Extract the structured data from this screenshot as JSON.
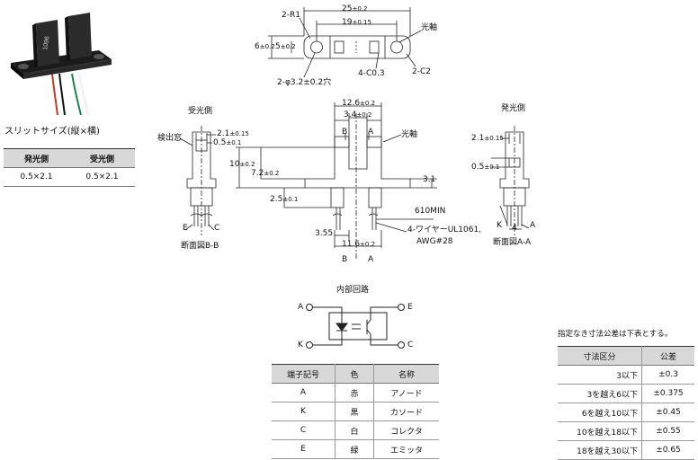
{
  "top_view": {
    "dim_25": "25",
    "tol_25": "±0.2",
    "dim_19": "19",
    "tol_19": "±0.15",
    "dim_6": "6",
    "tol_6": "±0.2",
    "dim_5": "5",
    "tol_5": "±0.2",
    "label_2r1": "2-R1",
    "label_hole": "2-φ3.2±0.2穴",
    "label_chamfer4": "4-C0.3",
    "label_chamfer2": "2-C2",
    "label_axis": "光軸"
  },
  "front_view": {
    "dim_12_6": "12.6",
    "tol_12_6": "±0.2",
    "dim_3_4": "3.4",
    "tol_3_4": "±0.2",
    "label_b": "B",
    "label_a": "A",
    "label_axis": "光軸",
    "dim_10": "10",
    "tol_10": "±0.2",
    "dim_7_2": "7.2",
    "tol_7_2": "±0.2",
    "dim_2_5": "2.5",
    "tol_2_5": "±0.1",
    "dim_3_1": "3.1",
    "dim_610": "610MIN",
    "dim_3_55": "3.55",
    "dim_11_6": "11.6",
    "tol_11_6": "±0.2",
    "wire_line1": "4-ワイヤーUL1061,",
    "wire_line2": "AWG#28"
  },
  "left_view": {
    "title": "受光側",
    "label_window": "検出窓",
    "dim_2_1": "2.1",
    "tol_2_1": "±0.15",
    "dim_0_5": "0.5",
    "tol_0_5": "±0.1",
    "label_e": "E",
    "label_c": "C",
    "caption": "断面図B-B"
  },
  "right_view": {
    "title": "発光側",
    "dim_2_1": "2.1",
    "tol_2_1": "±0.15",
    "dim_0_5": "0.5",
    "tol_0_5": "±0.1",
    "label_k": "K",
    "label_a": "A",
    "dim_4": "4",
    "caption": "断面図A-A"
  },
  "slit": {
    "title": "スリットサイズ(縦×横)",
    "headers": [
      "発光側",
      "受光側"
    ],
    "values": [
      "0.5×2.1",
      "0.5×2.1"
    ]
  },
  "circuit": {
    "title": "内部回路",
    "pins": {
      "a": "A",
      "k": "K",
      "e": "E",
      "c": "C"
    }
  },
  "terminals": {
    "headers": [
      "端子記号",
      "色",
      "名称"
    ],
    "rows": [
      [
        "A",
        "赤",
        "アノード"
      ],
      [
        "K",
        "黒",
        "カソード"
      ],
      [
        "C",
        "白",
        "コレクタ"
      ],
      [
        "E",
        "緑",
        "エミッタ"
      ]
    ]
  },
  "tolerance": {
    "note": "指定なき寸法公差は下表とする。",
    "headers": [
      "寸法区分",
      "公差"
    ],
    "rows": [
      [
        "3以下",
        "±0.3"
      ],
      [
        "3を越え6以下",
        "±0.375"
      ],
      [
        "6を越え10以下",
        "±0.45"
      ],
      [
        "10を越え18以下",
        "±0.55"
      ],
      [
        "18を越え30以下",
        "±0.65"
      ]
    ]
  },
  "colors": {
    "wire_red": "#c0392b",
    "wire_green": "#1e8449",
    "line": "#222222",
    "header_bg": "#d8d8d8"
  }
}
